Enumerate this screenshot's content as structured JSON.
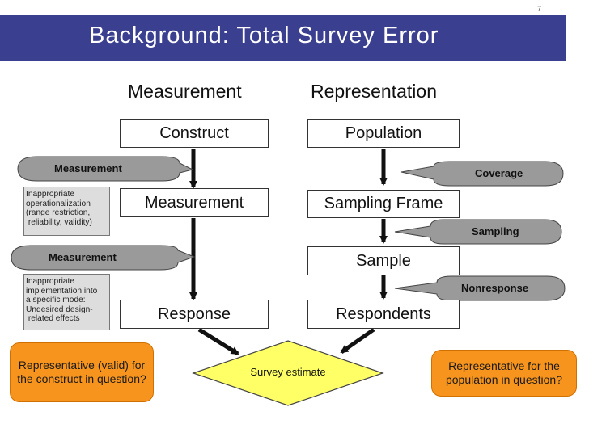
{
  "page_number": "7",
  "title": "Background: Total Survey Error",
  "columns": {
    "left_heading": "Measurement",
    "right_heading": "Representation"
  },
  "left_boxes": [
    "Construct",
    "Measurement",
    "Response"
  ],
  "right_boxes": [
    "Population",
    "Sampling Frame",
    "Sample",
    "Respondents"
  ],
  "left_callouts": [
    "Measurement",
    "Measurement"
  ],
  "right_callouts": [
    "Coverage",
    "Sampling",
    "Nonresponse"
  ],
  "notes": {
    "note1": "Inappropriate\noperationalization\n(range restriction,\n reliability, validity)",
    "note2": "Inappropriate\nimplementation into\na specific mode:\nUndesired design-\n related effects"
  },
  "estimate": "Survey estimate",
  "orange_left": "Representative (valid) for the construct in question?",
  "orange_right": "Representative for the population in question?",
  "colors": {
    "title_bar": "#3a3f8f",
    "callout_fill": "#9a9a9a",
    "diamond_fill": "#ffff66",
    "orange_fill": "#f7941d"
  }
}
